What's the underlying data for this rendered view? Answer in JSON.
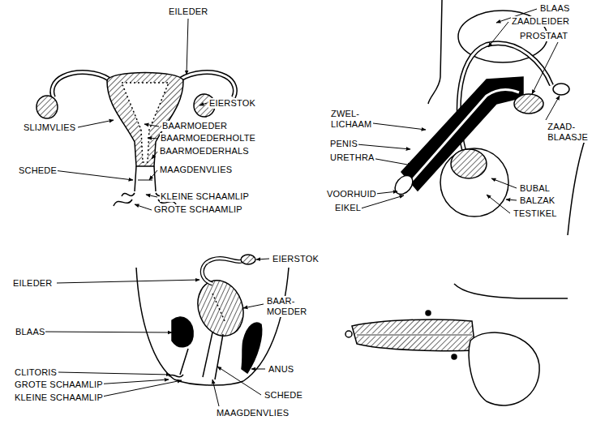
{
  "diagram": {
    "labels": [
      "EILEDER",
      "EIERSTOK",
      "SLIJMVLIES",
      "BAARMOEDER",
      "BAARMOEDERHOLTE",
      "BAARMOEDERHALS",
      "SCHEDE",
      "MAAGDENVLIES",
      "KLEINE SCHAAMLIP",
      "GROTE SCHAAMLIP",
      "BLAAS",
      "ZAADLEIDER",
      "PROSTAAT",
      "ZWEL- LICHAAM",
      "PENIS",
      "URETHRA",
      "ZAAD- BLAASJE",
      "BUBAL",
      "BALZAK",
      "TESTIKEL",
      "VOORHUID",
      "EIKEL",
      "EIERSTOK",
      "EILEDER",
      "BAAR- MOEDER",
      "BLAAS",
      "CLITORIS",
      "GROTE SCHAAMLIP",
      "KLEINE SCHAAMLIP",
      "ANUS",
      "SCHEDE",
      "MAAGDENVLIES"
    ]
  }
}
